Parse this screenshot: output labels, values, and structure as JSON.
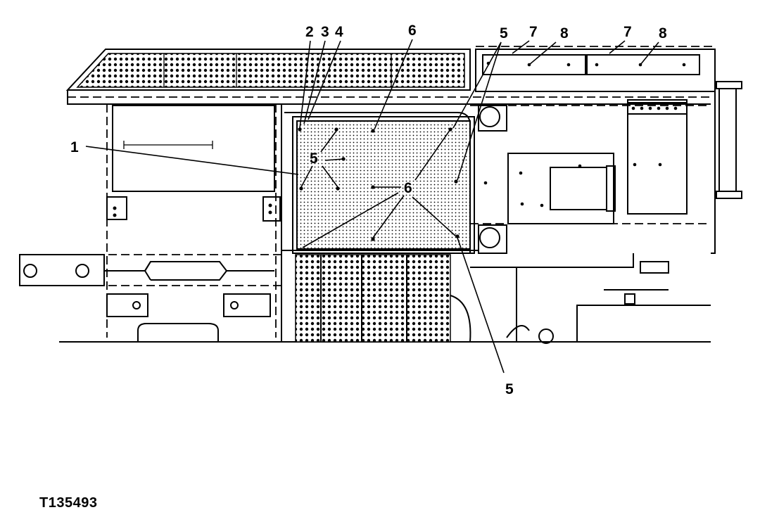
{
  "figure_id": "T135493",
  "callouts": {
    "c1": "1",
    "c2": "2",
    "c3": "3",
    "c4": "4",
    "c5_top_right": "5",
    "c5_center": "5",
    "c5_bottom": "5",
    "c6_top": "6",
    "c6_center": "6",
    "c7_left": "7",
    "c7_right": "7",
    "c8_left": "8",
    "c8_right": "8"
  }
}
